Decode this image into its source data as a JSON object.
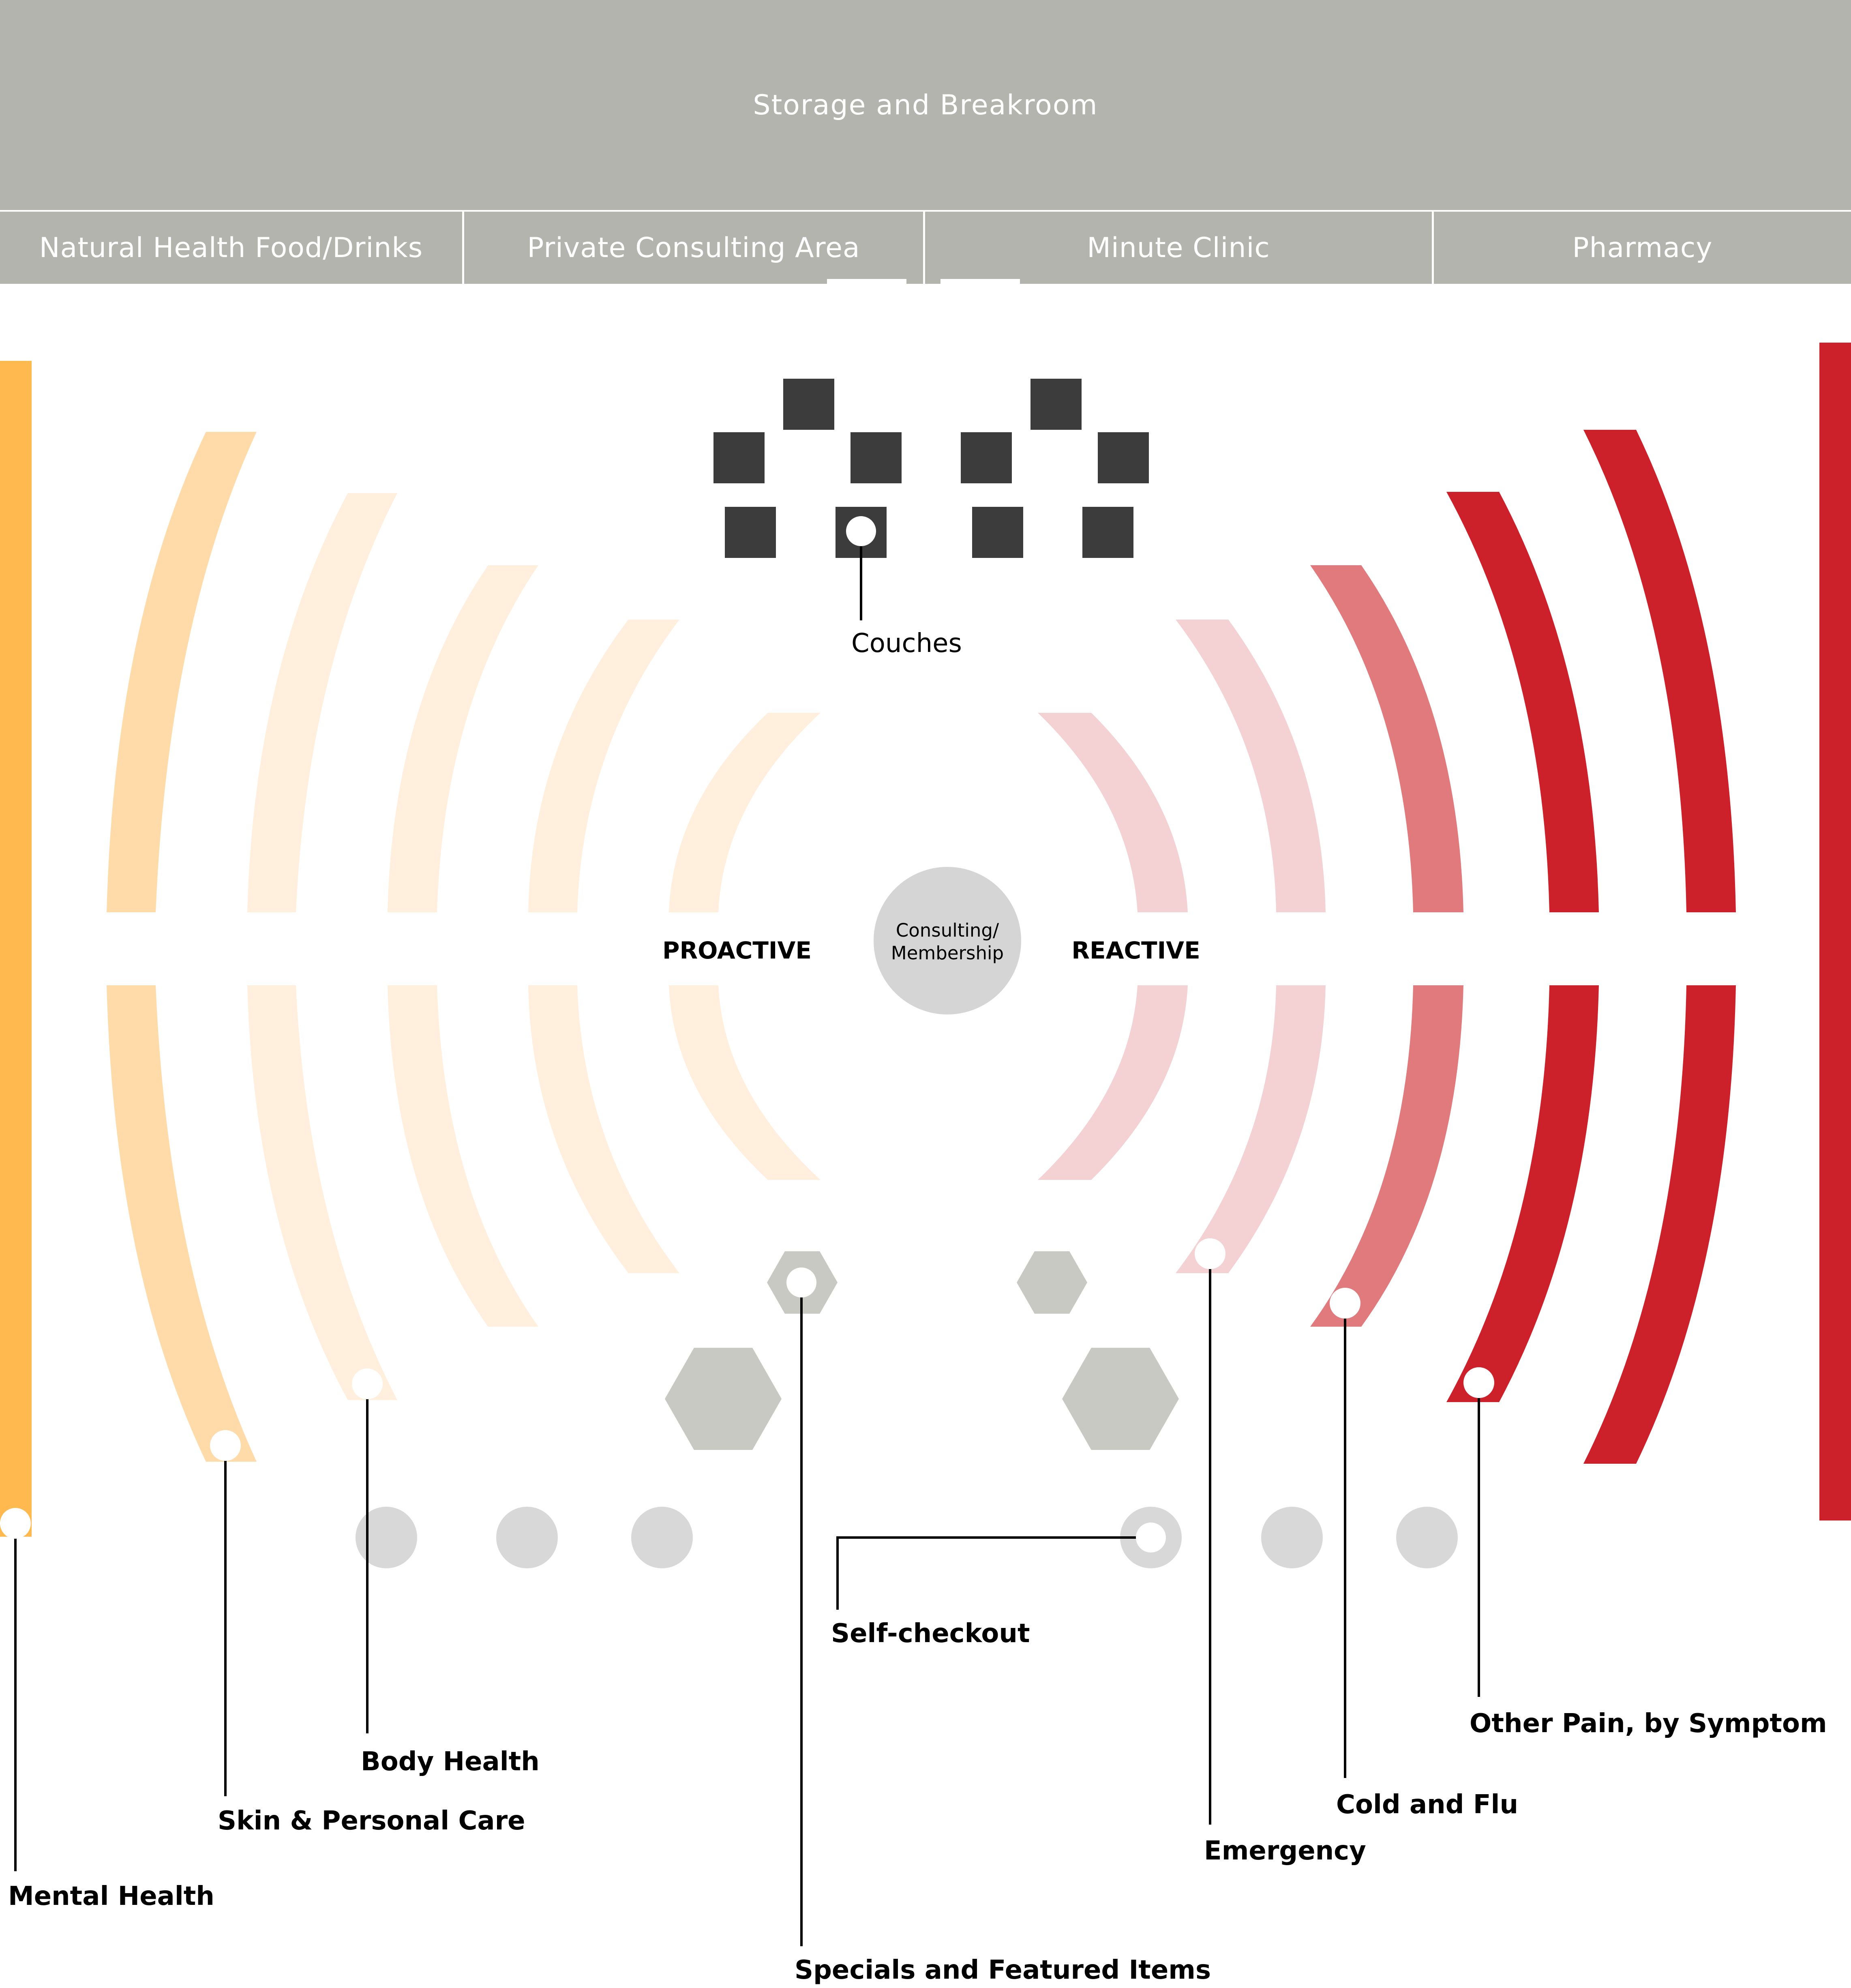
{
  "rooms": {
    "top": "Storage and Breakroom",
    "natural": "Natural Health Food/Drinks",
    "consulting": "Private Consulting Area",
    "minute": "Minute Clinic",
    "pharmacy": "Pharmacy"
  },
  "center": {
    "line1": "Consulting/",
    "line2": "Membership",
    "proactive": "PROACTIVE",
    "reactive": "REACTIVE"
  },
  "labels": {
    "couches": "Couches",
    "self_checkout": "Self-checkout",
    "specials": "Specials and Featured Items",
    "mental_health": "Mental Health",
    "skin_care": "Skin & Personal Care",
    "body_health": "Body Health",
    "emergency": "Emergency",
    "cold_flu": "Cold and Flu",
    "other_pain": "Other Pain, by Symptom"
  },
  "colors": {
    "room": "#b3b4ae",
    "proactive_strong": "#ffb94f",
    "proactive_mid": "#fedba8",
    "proactive_light": "#ffefdc",
    "reactive_strong": "#cc212b",
    "reactive_mid": "#e07a7d",
    "reactive_light": "#f4d2d4",
    "furniture": "#3c3c3c",
    "fixture": "#c8c9c3",
    "checkout": "#d8d8d8",
    "hub": "#d5d5d6"
  }
}
